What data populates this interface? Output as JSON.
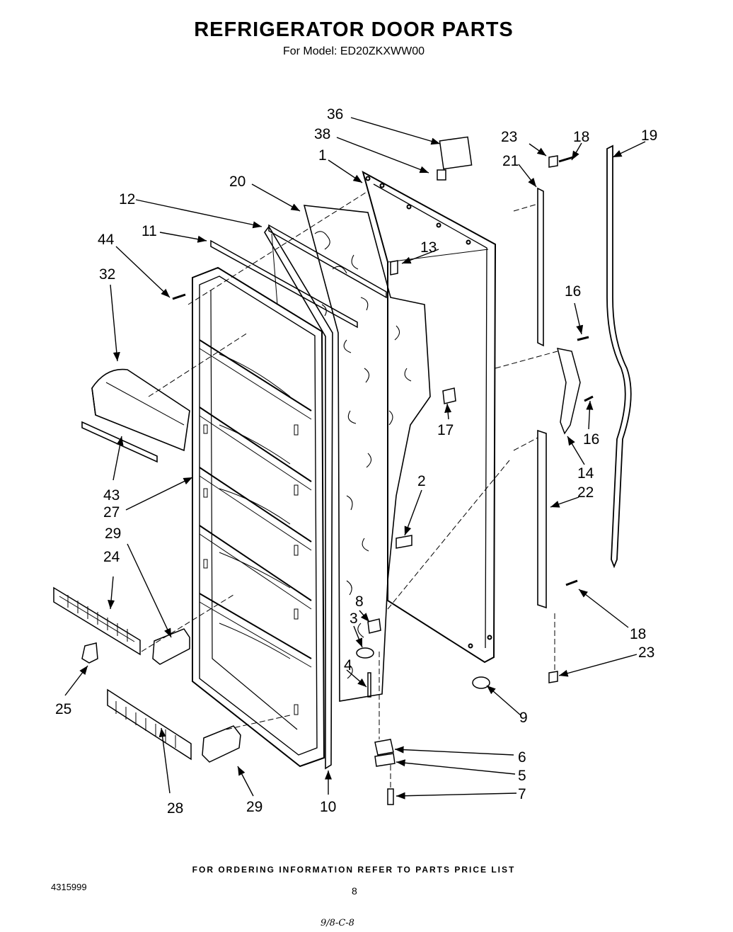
{
  "header": {
    "title": "REFRIGERATOR DOOR PARTS",
    "subtitle": "For Model: ED20ZKXWW00"
  },
  "callouts": {
    "c36": "36",
    "c38": "38",
    "c1": "1",
    "c20": "20",
    "c12": "12",
    "c11": "11",
    "c44": "44",
    "c32": "32",
    "c13": "13",
    "c23a": "23",
    "c18a": "18",
    "c19": "19",
    "c21": "21",
    "c16a": "16",
    "c17": "17",
    "c16b": "16",
    "c14": "14",
    "c22": "22",
    "c2": "2",
    "c43": "43",
    "c27": "27",
    "c29a": "29",
    "c24": "24",
    "c8": "8",
    "c3": "3",
    "c4": "4",
    "c25": "25",
    "c18b": "18",
    "c23b": "23",
    "c9": "9",
    "c6": "6",
    "c5": "5",
    "c7": "7",
    "c28": "28",
    "c29b": "29",
    "c10": "10"
  },
  "footer": {
    "ordering_note": "FOR ORDERING INFORMATION REFER TO PARTS PRICE LIST",
    "doc_number": "4315999",
    "page_number": "8",
    "handwritten_note": "9/8-C-8"
  }
}
